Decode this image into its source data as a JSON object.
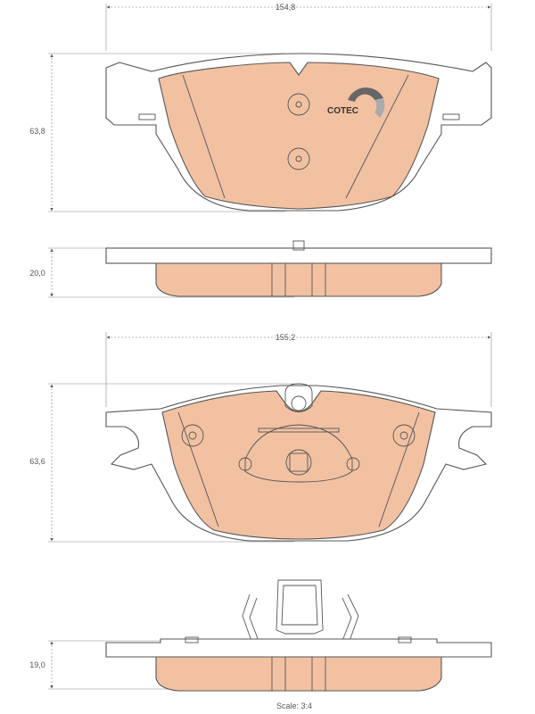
{
  "dimensions": {
    "top_width": "154,8",
    "top_height": "63,8",
    "top_side_thickness": "20,0",
    "bottom_width": "155,2",
    "bottom_height": "63,6",
    "bottom_side_thickness": "19,0"
  },
  "logo": {
    "text": "COTEC"
  },
  "scale": "Scale: 3:4",
  "colors": {
    "friction_material": "#f2c1a2",
    "outline": "#555555",
    "dimension": "#777777"
  }
}
